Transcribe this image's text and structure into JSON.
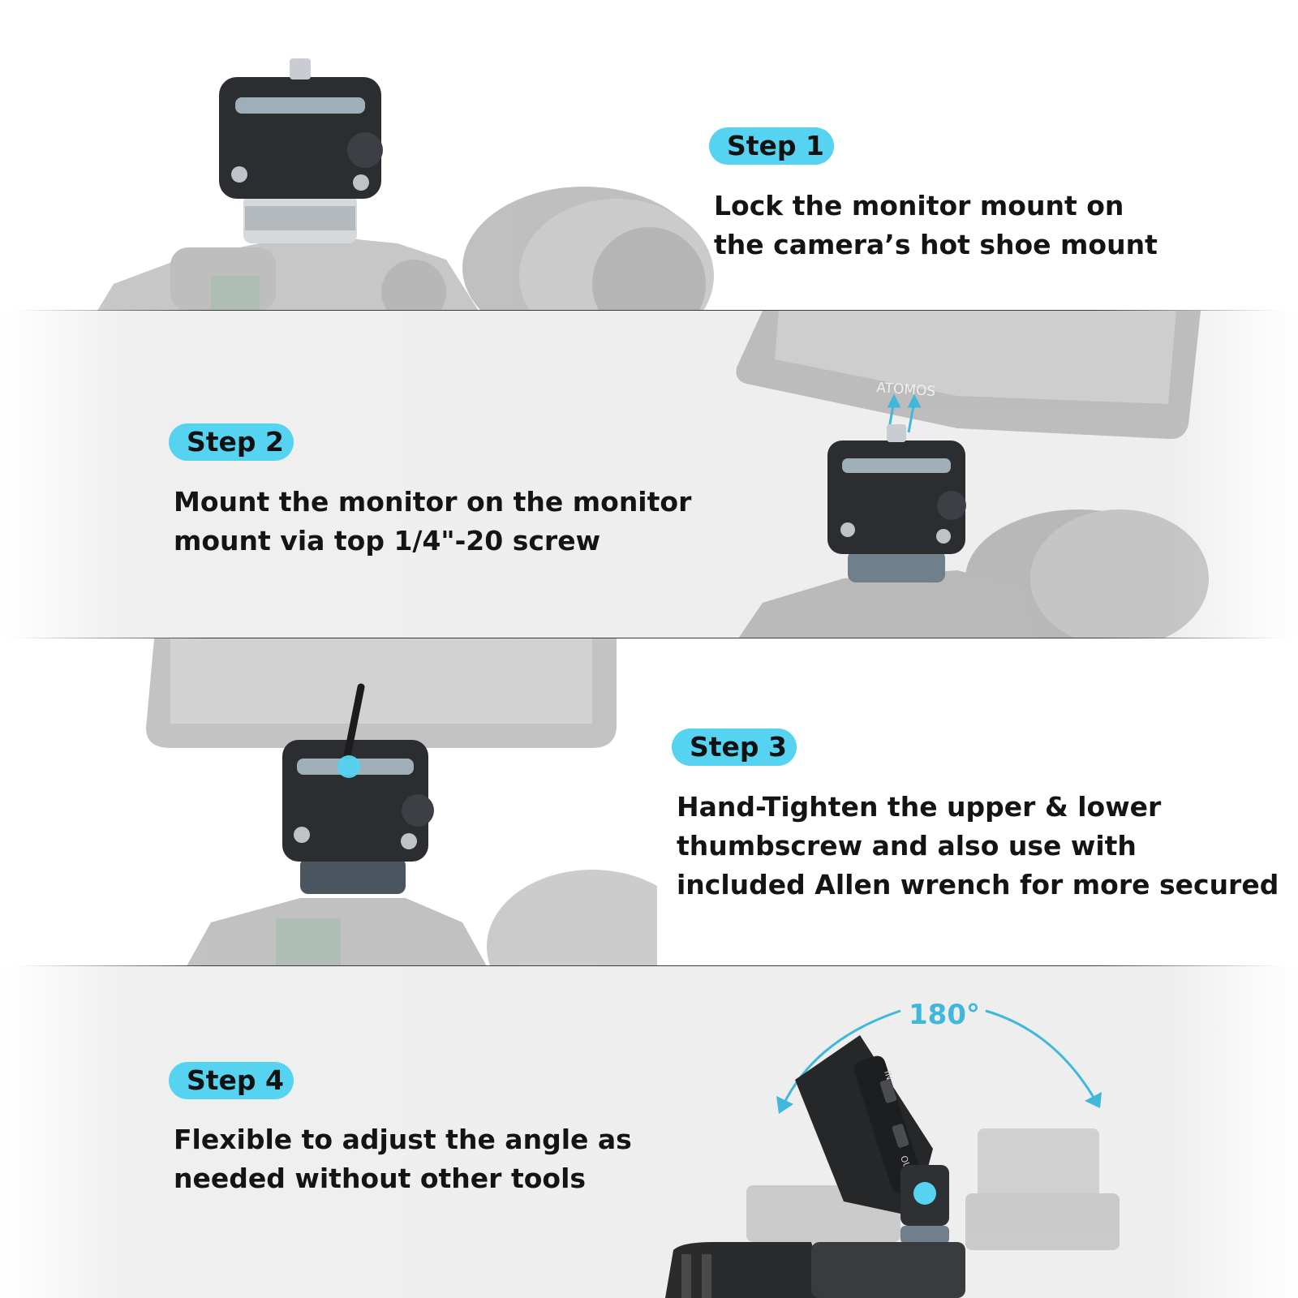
{
  "steps": [
    {
      "label": "Step 1",
      "lines": [
        "Lock the monitor mount on",
        "the camera’s hot shoe mount"
      ]
    },
    {
      "label": "Step 2",
      "lines": [
        "Mount the monitor on the monitor",
        "mount via top 1/4\"-20 screw"
      ]
    },
    {
      "label": "Step 3",
      "lines": [
        "Hand-Tighten the upper & lower",
        "thumbscrew and also use with",
        "included Allen wrench for more secured"
      ]
    },
    {
      "label": "Step 4",
      "lines": [
        "Flexible to adjust the angle as",
        "needed without other tools"
      ]
    }
  ],
  "product_photos": {
    "monitor_brand": "ATOMOS",
    "rotation_angle": "180°",
    "port_in": "IN",
    "port_out": "OUT"
  },
  "colors": {
    "badge": "#55d3f0",
    "accent": "#3fb8dc",
    "text": "#141414",
    "band_gray": "#eeeeee"
  }
}
